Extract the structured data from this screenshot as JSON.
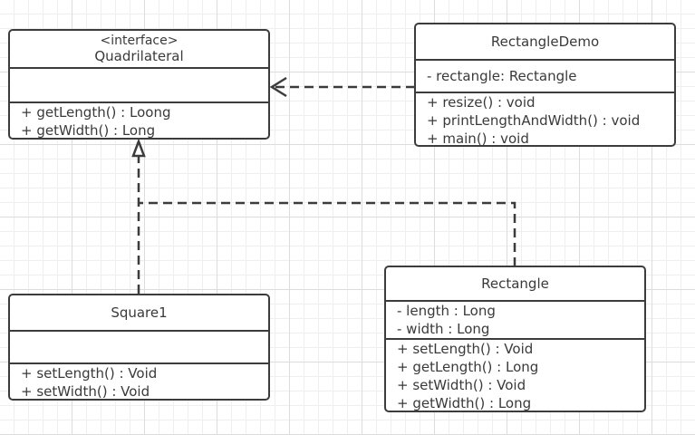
{
  "classes": {
    "quadrilateral": {
      "stereotype": "<interface>",
      "name": "Quadrilateral",
      "attributes": [],
      "operations": [
        "+ getLength() : Loong",
        "+ getWidth() : Long"
      ]
    },
    "rectangle_demo": {
      "name": "RectangleDemo",
      "attributes": [
        "- rectangle: Rectangle"
      ],
      "operations": [
        "+ resize() : void",
        "+ printLengthAndWidth() : void",
        "+ main() : void"
      ]
    },
    "square1": {
      "name": "Square1",
      "attributes": [],
      "operations": [
        "+ setLength() : Void",
        "+ setWidth() : Void"
      ]
    },
    "rectangle": {
      "name": "Rectangle",
      "attributes": [
        "- length : Long",
        "- width : Long"
      ],
      "operations": [
        "+ setLength() : Void",
        "+ getLength() : Long",
        "+ setWidth() : Void",
        "+ getWidth() : Long"
      ]
    }
  },
  "relations": [
    {
      "type": "dependency",
      "from": "RectangleDemo",
      "to": "Quadrilateral"
    },
    {
      "type": "realization",
      "from": "Square1",
      "to": "Quadrilateral"
    },
    {
      "type": "realization",
      "from": "Rectangle",
      "to": "Quadrilateral"
    }
  ],
  "colors": {
    "line": "#3c3c3c",
    "grid_major": "#dcdcdc",
    "grid_minor": "#efefef"
  }
}
